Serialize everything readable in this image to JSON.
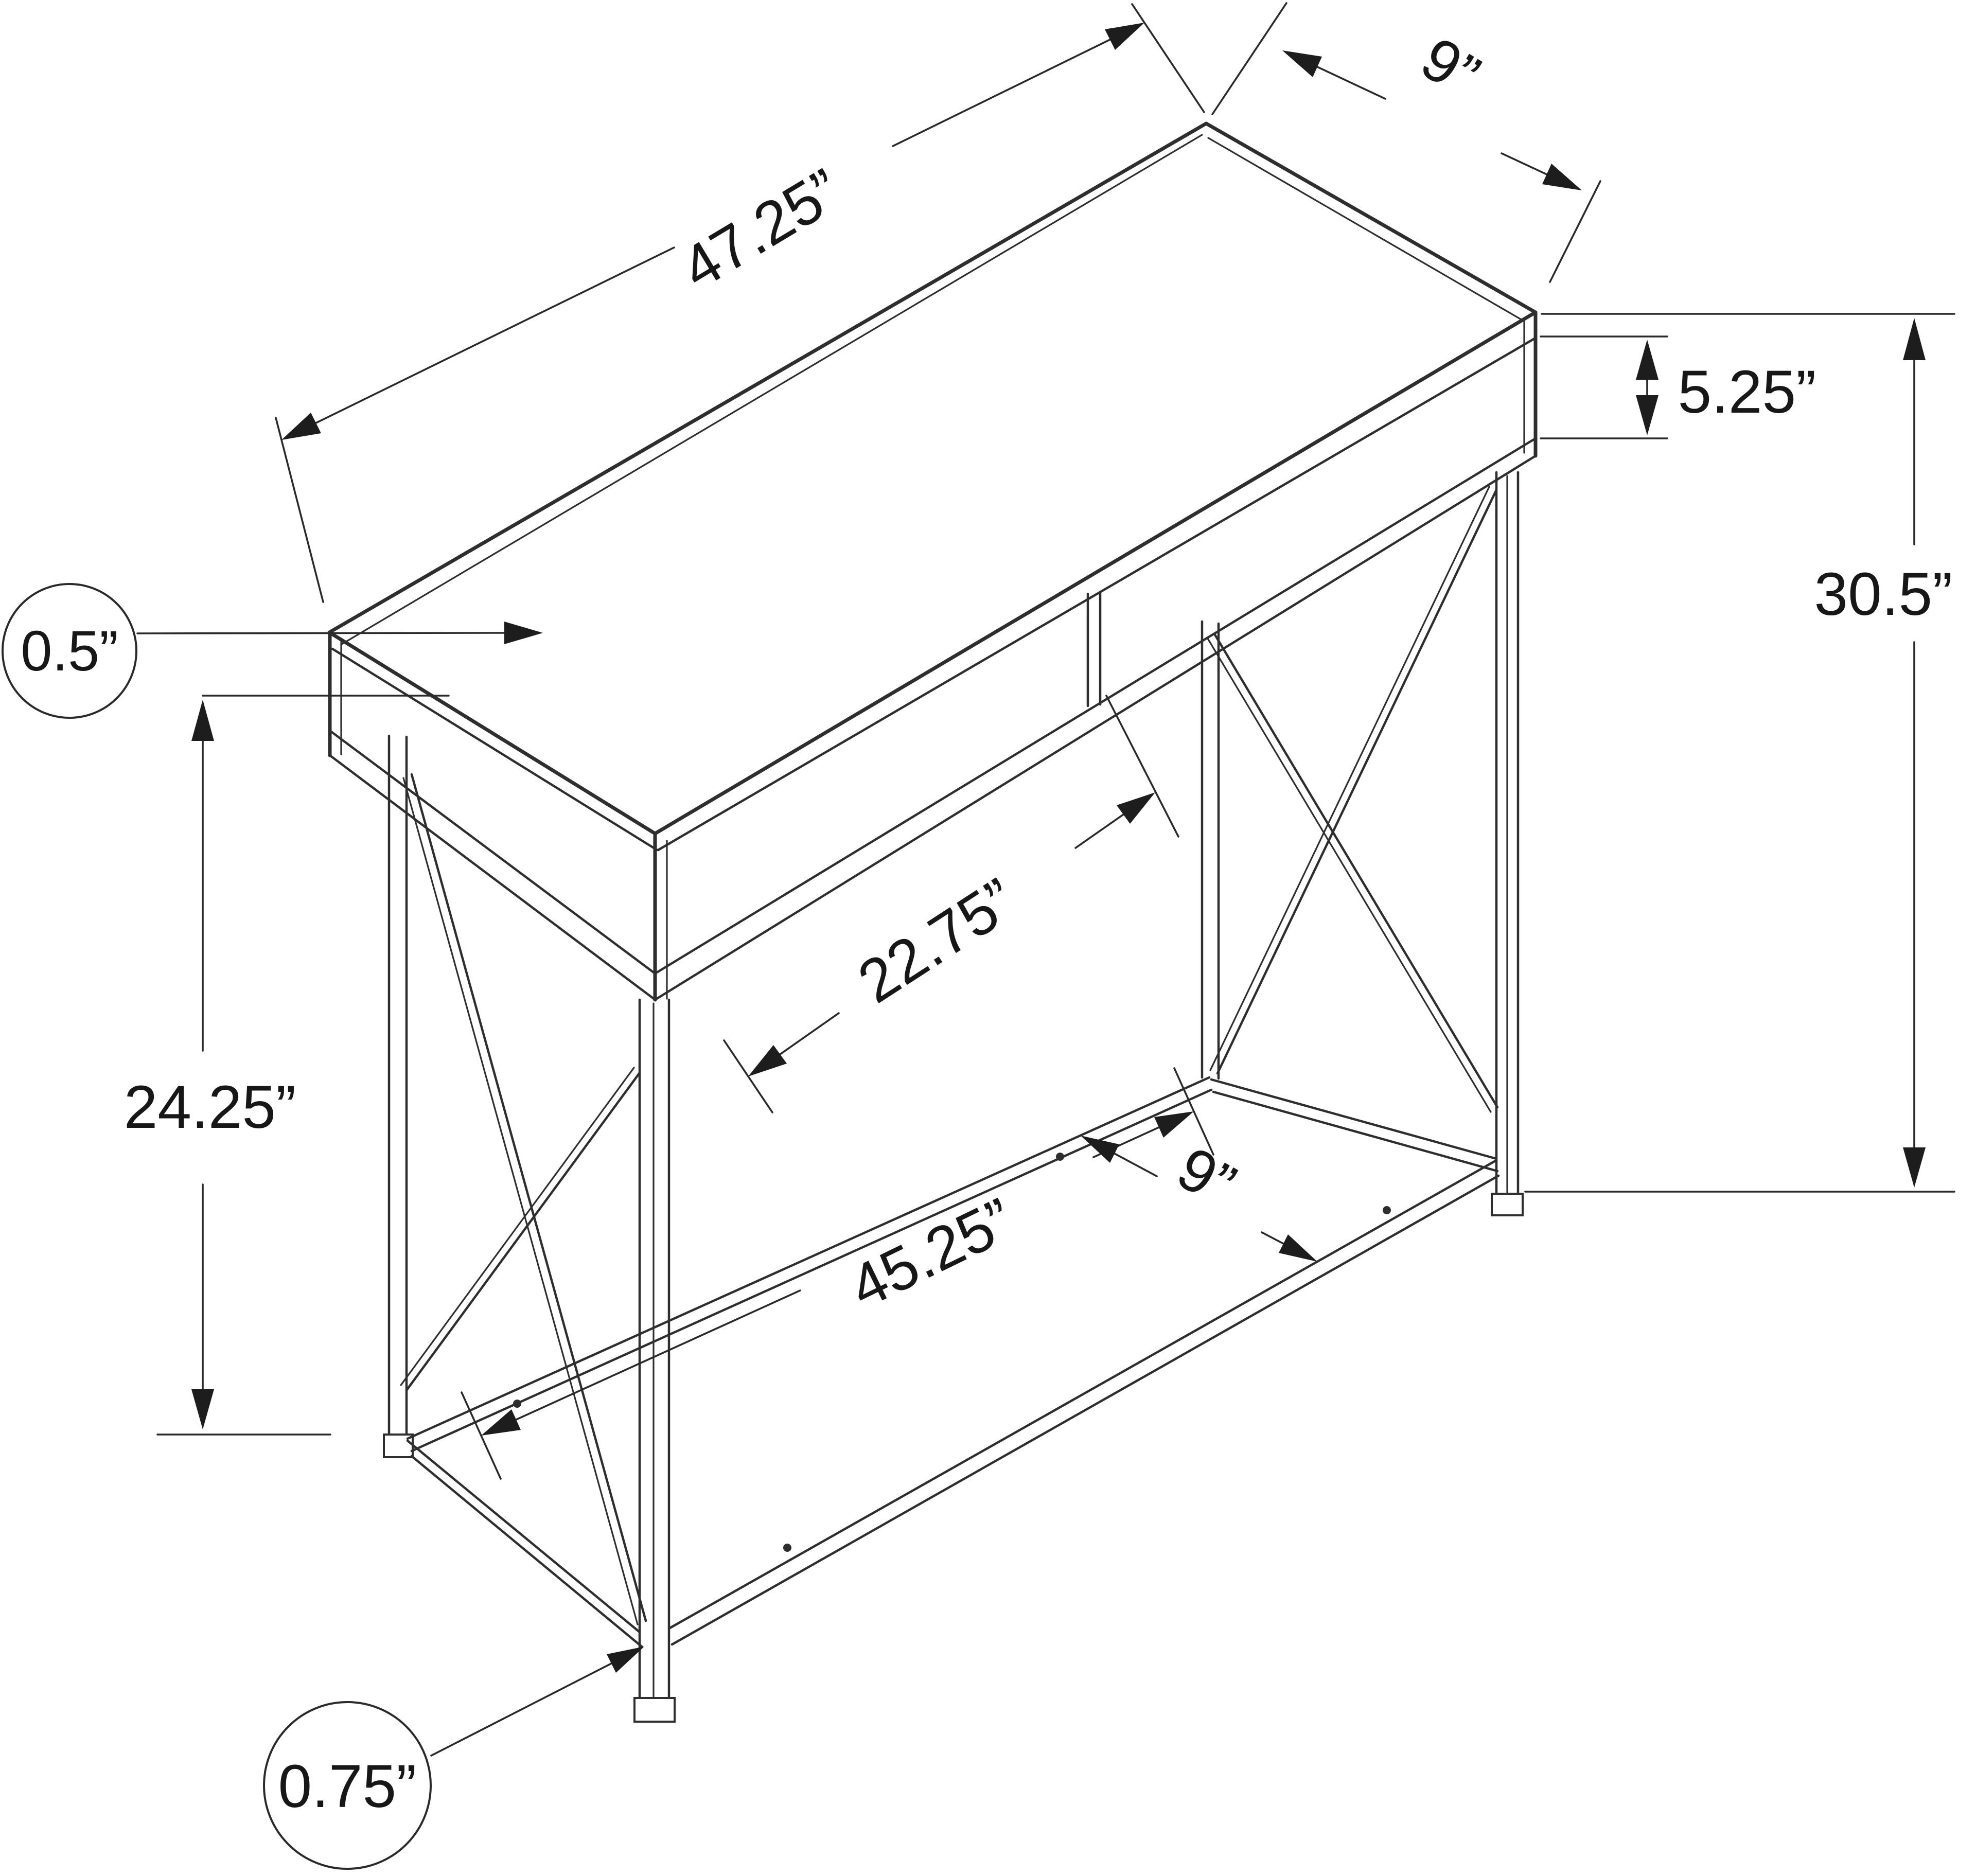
{
  "diagram": {
    "type": "furniture-dimension-drawing",
    "subject": "console-table-with-x-frame-and-shelf",
    "units": "inches",
    "colors": {
      "line": "#2e2e2e",
      "dimension_line": "#2a2a2a",
      "text": "#171717",
      "background": "#ffffff"
    },
    "dimensions": {
      "top_length": {
        "label": "47.25”"
      },
      "top_depth": {
        "label": "9”"
      },
      "opening_height": {
        "label": "5.25”"
      },
      "overall_height": {
        "label": "30.5”"
      },
      "top_thickness": {
        "label": "0.5”"
      },
      "opening_width": {
        "label": "22.75”"
      },
      "base_height": {
        "label": "24.25”"
      },
      "shelf_depth": {
        "label": "9”"
      },
      "shelf_length": {
        "label": "45.25”"
      },
      "tube_thickness": {
        "label": "0.75”"
      }
    }
  }
}
